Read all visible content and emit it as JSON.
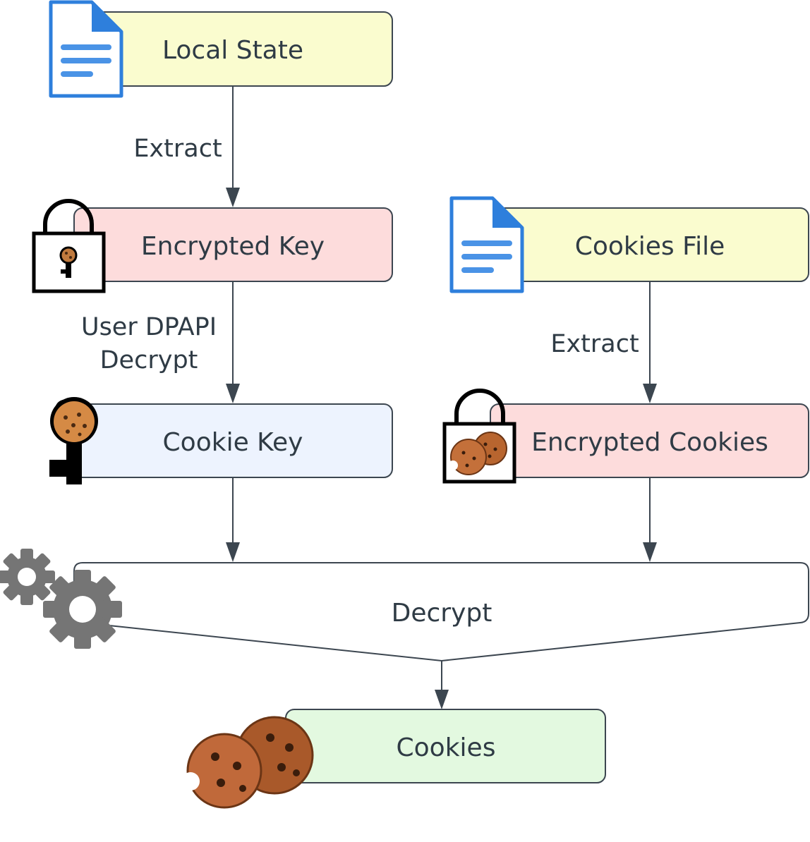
{
  "nodes": {
    "local_state": {
      "label": "Local State",
      "fill": "#fafccf",
      "icon": "document-icon"
    },
    "encrypted_key": {
      "label": "Encrypted Key",
      "fill": "#fddcdc",
      "icon": "locked-key-icon"
    },
    "cookies_file": {
      "label": "Cookies File",
      "fill": "#fafccf",
      "icon": "document-icon"
    },
    "cookie_key": {
      "label": "Cookie Key",
      "fill": "#edf3fe",
      "icon": "cookie-key-icon"
    },
    "encrypted_cookies": {
      "label": "Encrypted Cookies",
      "fill": "#fddcdc",
      "icon": "locked-cookies-icon"
    },
    "decrypt": {
      "label": "Decrypt",
      "fill": "#ffffff",
      "icon": "gears-icon"
    },
    "cookies": {
      "label": "Cookies",
      "fill": "#e3f9e0",
      "icon": "cookies-icon"
    }
  },
  "edges": {
    "extract_local_state": {
      "label": "Extract"
    },
    "dpapi_decrypt": {
      "line1": "User DPAPI",
      "line2": "Decrypt"
    },
    "extract_cookies_file": {
      "label": "Extract"
    }
  },
  "colors": {
    "stroke": "#3c4650",
    "text": "#2f3b45",
    "doc_blue": "#2e7fdc",
    "cookie_brown": "#b8652f",
    "gear_gray": "#757575"
  }
}
